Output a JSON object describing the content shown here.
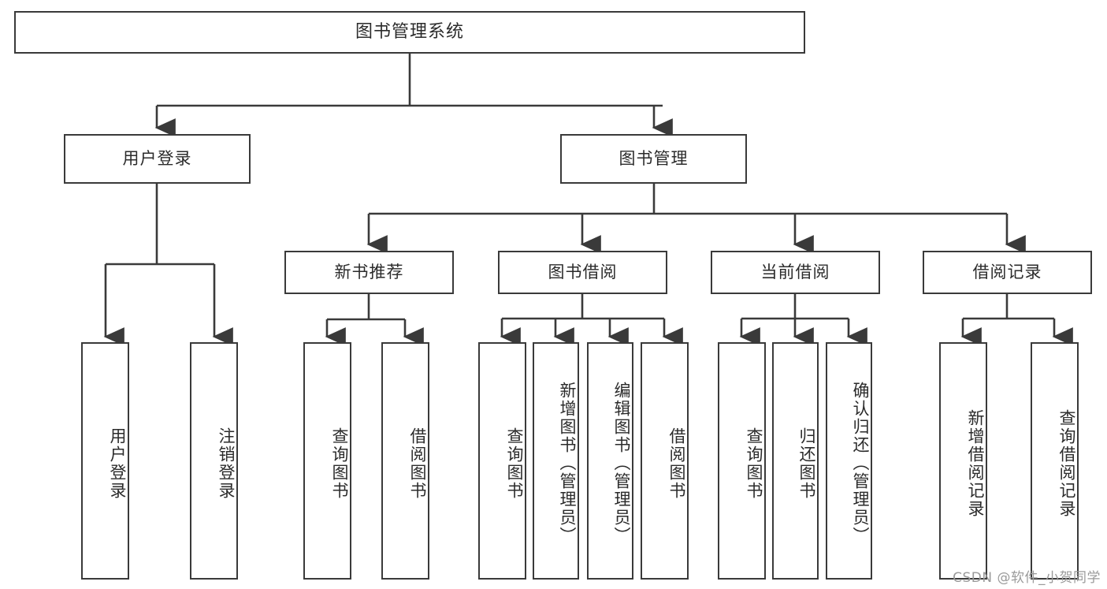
{
  "diagram": {
    "title": "图书管理系统",
    "type": "tree-hierarchy-diagram",
    "line_color": "#3a3a3a",
    "box_fill": "#ffffff",
    "text_color": "#2b2b2b"
  },
  "root": {
    "label": "图书管理系统"
  },
  "level2": [
    {
      "label": "用户登录"
    },
    {
      "label": "图书管理"
    }
  ],
  "level3": [
    {
      "label": "新书推荐"
    },
    {
      "label": "图书借阅"
    },
    {
      "label": "当前借阅"
    },
    {
      "label": "借阅记录"
    }
  ],
  "leaves": {
    "user_login": [
      {
        "label": "用户登录"
      },
      {
        "label": "注销登录"
      }
    ],
    "new_book_recommend": [
      {
        "label": "查询图书"
      },
      {
        "label": "借阅图书"
      }
    ],
    "book_borrow": [
      {
        "label": "查询图书"
      },
      {
        "label": "新增图书（管理员）"
      },
      {
        "label": "编辑图书（管理员）"
      },
      {
        "label": "借阅图书"
      }
    ],
    "current_borrow": [
      {
        "label": "查询图书"
      },
      {
        "label": "归还图书"
      },
      {
        "label": "确认归还（管理员）"
      }
    ],
    "borrow_record": [
      {
        "label": "新增借阅记录"
      },
      {
        "label": "查询借阅记录"
      }
    ]
  },
  "watermark": {
    "text": "CSDN @软件_小贺同学"
  }
}
